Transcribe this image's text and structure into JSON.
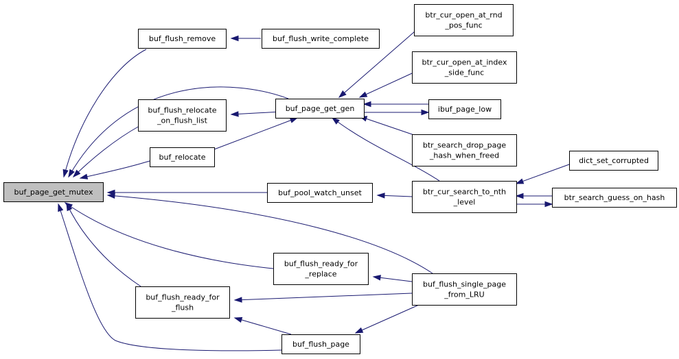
{
  "graph": {
    "nodes": [
      {
        "id": "buf_page_get_mutex",
        "lines": [
          "buf_page_get_mutex"
        ],
        "root": true
      },
      {
        "id": "buf_flush_remove",
        "lines": [
          "buf_flush_remove"
        ]
      },
      {
        "id": "buf_flush_write_complete",
        "lines": [
          "buf_flush_write_complete"
        ]
      },
      {
        "id": "buf_flush_relocate_on_flush_list",
        "lines": [
          "buf_flush_relocate",
          "_on_flush_list"
        ]
      },
      {
        "id": "buf_page_get_gen",
        "lines": [
          "buf_page_get_gen"
        ]
      },
      {
        "id": "buf_relocate",
        "lines": [
          "buf_relocate"
        ]
      },
      {
        "id": "btr_cur_open_at_rnd_pos_func",
        "lines": [
          "btr_cur_open_at_rnd",
          "_pos_func"
        ]
      },
      {
        "id": "btr_cur_open_at_index_side_func",
        "lines": [
          "btr_cur_open_at_index",
          "_side_func"
        ]
      },
      {
        "id": "ibuf_page_low",
        "lines": [
          "ibuf_page_low"
        ]
      },
      {
        "id": "btr_search_drop_page_hash_when_freed",
        "lines": [
          "btr_search_drop_page",
          "_hash_when_freed"
        ]
      },
      {
        "id": "buf_pool_watch_unset",
        "lines": [
          "buf_pool_watch_unset"
        ]
      },
      {
        "id": "btr_cur_search_to_nth_level",
        "lines": [
          "btr_cur_search_to_nth",
          "_level"
        ]
      },
      {
        "id": "dict_set_corrupted",
        "lines": [
          "dict_set_corrupted"
        ]
      },
      {
        "id": "btr_search_guess_on_hash",
        "lines": [
          "btr_search_guess_on_hash"
        ]
      },
      {
        "id": "buf_flush_ready_for_replace",
        "lines": [
          "buf_flush_ready_for",
          "_replace"
        ]
      },
      {
        "id": "buf_flush_single_page_from_LRU",
        "lines": [
          "buf_flush_single_page",
          "_from_LRU"
        ]
      },
      {
        "id": "buf_flush_ready_for_flush",
        "lines": [
          "buf_flush_ready_for",
          "_flush"
        ]
      },
      {
        "id": "buf_flush_page",
        "lines": [
          "buf_flush_page"
        ]
      }
    ],
    "edges": [
      {
        "from": "buf_flush_remove",
        "to": "buf_page_get_mutex"
      },
      {
        "from": "buf_flush_write_complete",
        "to": "buf_flush_remove"
      },
      {
        "from": "buf_page_get_gen",
        "to": "buf_page_get_mutex"
      },
      {
        "from": "buf_flush_relocate_on_flush_list",
        "to": "buf_page_get_mutex"
      },
      {
        "from": "buf_page_get_gen",
        "to": "buf_flush_relocate_on_flush_list"
      },
      {
        "from": "buf_relocate",
        "to": "buf_page_get_mutex"
      },
      {
        "from": "buf_page_get_gen",
        "to": "buf_relocate"
      },
      {
        "from": "btr_cur_open_at_rnd_pos_func",
        "to": "buf_page_get_gen"
      },
      {
        "from": "btr_cur_open_at_index_side_func",
        "to": "buf_page_get_gen"
      },
      {
        "from": "ibuf_page_low",
        "to": "buf_page_get_gen"
      },
      {
        "from": "buf_page_get_gen",
        "to": "ibuf_page_low"
      },
      {
        "from": "btr_search_drop_page_hash_when_freed",
        "to": "buf_page_get_gen"
      },
      {
        "from": "btr_cur_search_to_nth_level",
        "to": "buf_page_get_gen"
      },
      {
        "from": "buf_pool_watch_unset",
        "to": "buf_page_get_mutex"
      },
      {
        "from": "btr_cur_search_to_nth_level",
        "to": "buf_pool_watch_unset"
      },
      {
        "from": "dict_set_corrupted",
        "to": "btr_cur_search_to_nth_level"
      },
      {
        "from": "btr_search_guess_on_hash",
        "to": "btr_cur_search_to_nth_level"
      },
      {
        "from": "btr_cur_search_to_nth_level",
        "to": "btr_search_guess_on_hash"
      },
      {
        "from": "buf_flush_single_page_from_LRU",
        "to": "buf_page_get_mutex"
      },
      {
        "from": "buf_flush_ready_for_replace",
        "to": "buf_page_get_mutex"
      },
      {
        "from": "buf_flush_single_page_from_LRU",
        "to": "buf_flush_ready_for_replace"
      },
      {
        "from": "buf_flush_ready_for_flush",
        "to": "buf_page_get_mutex"
      },
      {
        "from": "buf_flush_single_page_from_LRU",
        "to": "buf_flush_ready_for_flush"
      },
      {
        "from": "buf_flush_page",
        "to": "buf_page_get_mutex"
      },
      {
        "from": "buf_flush_page",
        "to": "buf_flush_ready_for_flush"
      },
      {
        "from": "buf_flush_single_page_from_LRU",
        "to": "buf_flush_page"
      }
    ],
    "colors": {
      "edge": "#191970",
      "root_fill": "#bfbfbf",
      "node_fill": "#ffffff",
      "node_stroke": "#000000"
    }
  }
}
